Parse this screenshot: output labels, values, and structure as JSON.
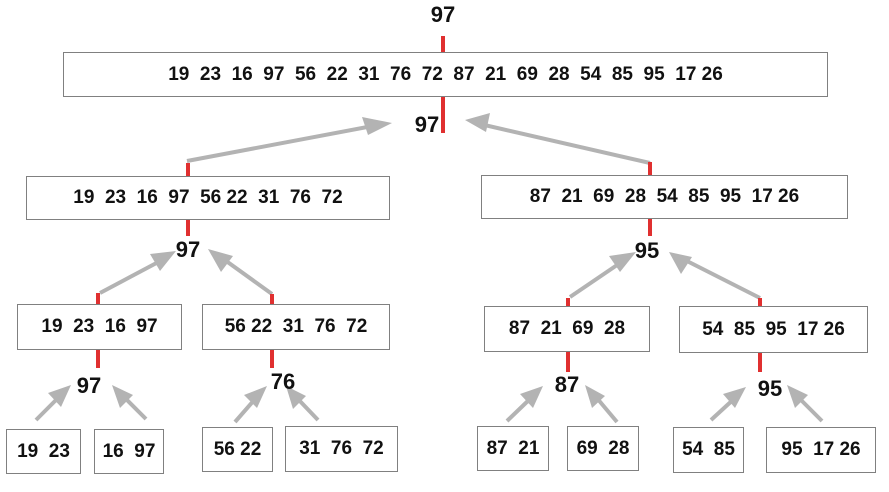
{
  "root_label": "97",
  "nodes": [
    {
      "id": "level0",
      "text": "19  23  16  97  56  22  31  76  72  87  21  69  28  54  85  95  17 26",
      "result": "97"
    },
    {
      "id": "level1-left",
      "text": "19  23  16  97  56 22  31  76  72",
      "result": "97"
    },
    {
      "id": "level1-right",
      "text": "87  21  69  28  54  85  95  17 26",
      "result": "95"
    },
    {
      "id": "level2-a",
      "text": "19  23  16  97",
      "result": "97"
    },
    {
      "id": "level2-b",
      "text": "56 22  31  76  72",
      "result": "76"
    },
    {
      "id": "level2-c",
      "text": "87  21  69  28",
      "result": "87"
    },
    {
      "id": "level2-d",
      "text": "54  85  95  17 26",
      "result": "95"
    },
    {
      "id": "leaf-1",
      "text": "19  23"
    },
    {
      "id": "leaf-2",
      "text": "16  97"
    },
    {
      "id": "leaf-3",
      "text": "56 22"
    },
    {
      "id": "leaf-4",
      "text": "31  76  72"
    },
    {
      "id": "leaf-5",
      "text": "87  21"
    },
    {
      "id": "leaf-6",
      "text": "69  28"
    },
    {
      "id": "leaf-7",
      "text": "54  85"
    },
    {
      "id": "leaf-8",
      "text": "95  17 26"
    }
  ],
  "colors": {
    "split_line": "#e03030",
    "arrow": "#b3b3b3",
    "border": "#808080"
  }
}
